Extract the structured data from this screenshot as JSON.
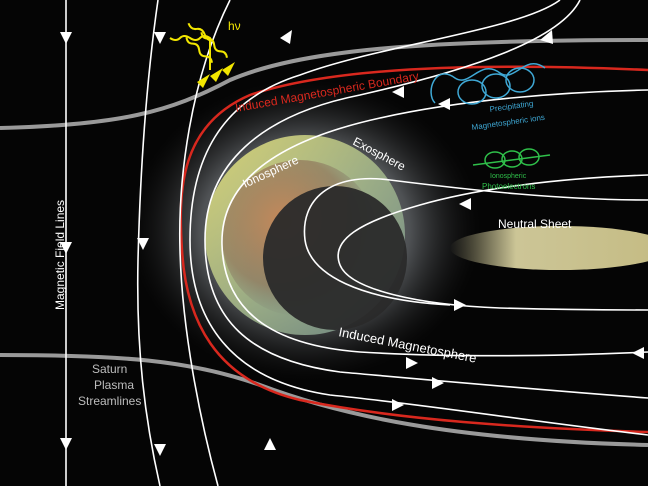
{
  "labels": {
    "hv": "hν",
    "boundary": "Induced Magnetospheric Boundary",
    "precipitating_line1": "Precipitating",
    "precipitating_line2": "Magnetospheric ions",
    "exosphere": "Exosphere",
    "ionosphere": "Ionosphere",
    "photo_line1": "Ionospheric",
    "photo_line2": "Photoelectrons",
    "neutral_sheet": "Neutral Sheet",
    "magnetic_field_lines": "Magnetic Field Lines",
    "induced_magnetosphere": "Induced Magnetosphere",
    "plasma_line1": "Saturn",
    "plasma_line2": "Plasma",
    "plasma_line3": "Streamlines"
  },
  "colors": {
    "background": "#050505",
    "field_line": "#ffffff",
    "streamline": "#9a9a9a",
    "boundary": "#d8281e",
    "photons": "#f2e600",
    "ions": "#3fa9d6",
    "photoelectrons": "#2fbf4a",
    "neutral_sheet": "#efe7b0"
  }
}
